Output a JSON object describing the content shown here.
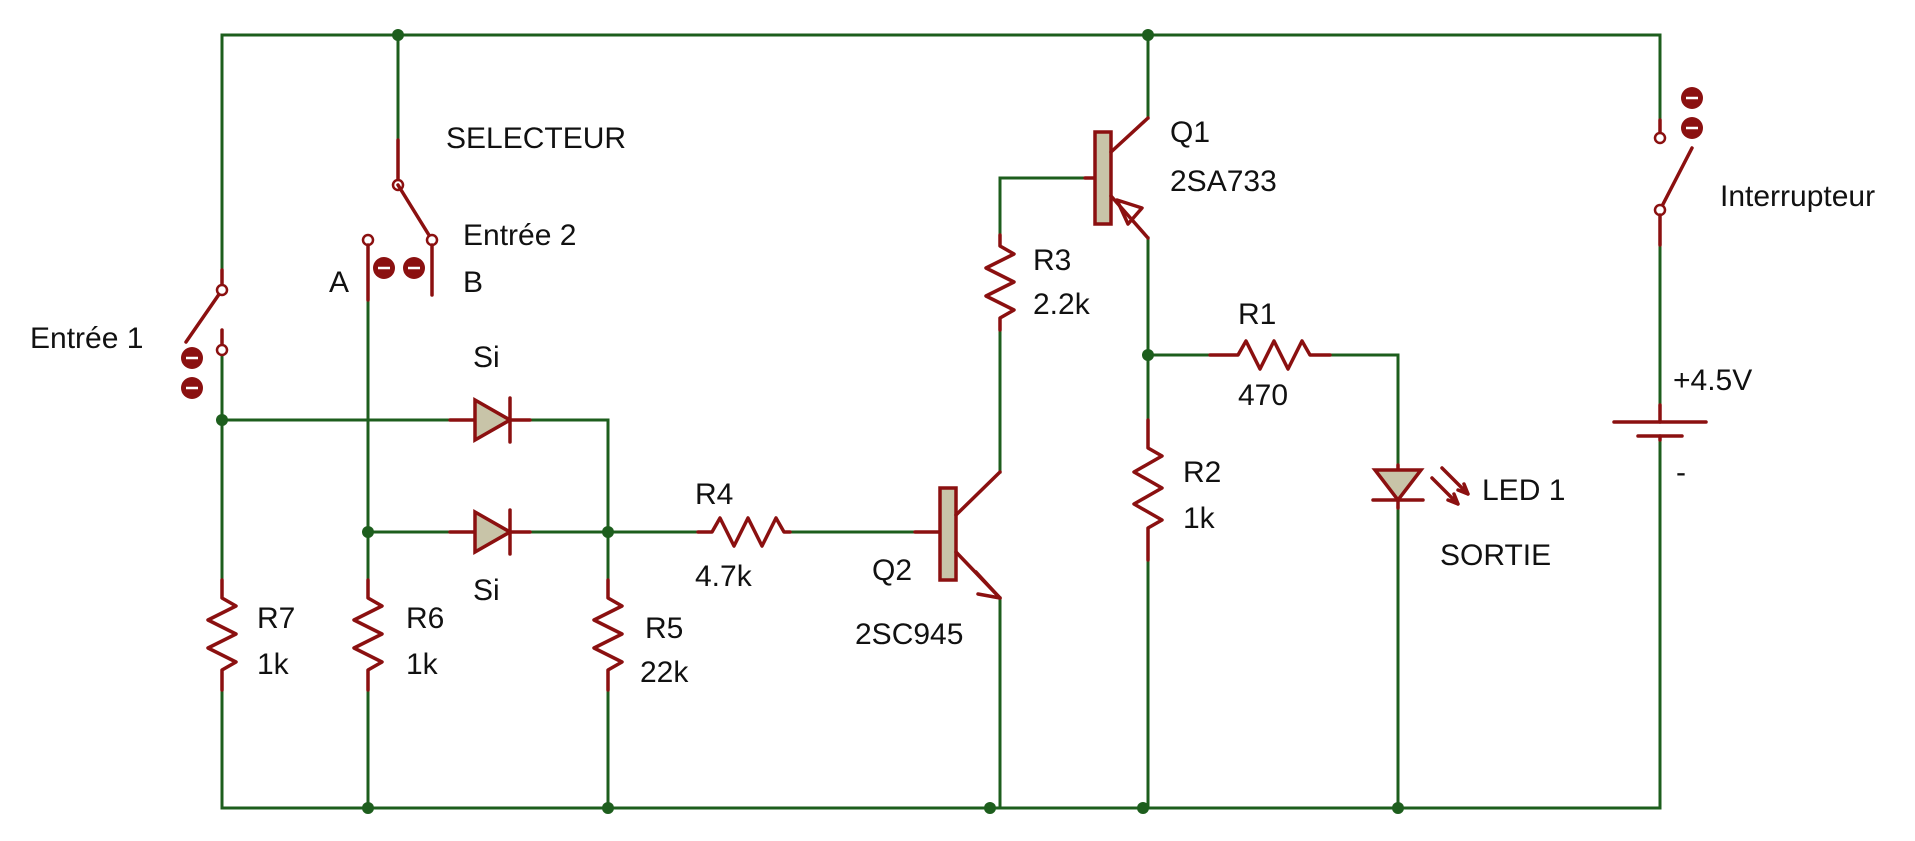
{
  "title": "",
  "colors": {
    "wire": "#1d5e1d",
    "component": "#8b1010",
    "component_fill": "#c8c4a8",
    "background": "#ffffff"
  },
  "labels": {
    "selector": "SELECTEUR",
    "input1": "Entrée 1",
    "input2": "Entrée 2",
    "sel_a": "A",
    "sel_b": "B",
    "switch": "Interrupteur",
    "supply": "+4.5V",
    "minus": "-",
    "d1": "Si",
    "d2": "Si",
    "q1_name": "Q1",
    "q1_part": "2SA733",
    "q2_name": "Q2",
    "q2_part": "2SC945",
    "r1_name": "R1",
    "r1_value": "470",
    "r2_name": "R2",
    "r2_value": "1k",
    "r3_name": "R3",
    "r3_value": "2.2k",
    "r4_name": "R4",
    "r4_value": "4.7k",
    "r5_name": "R5",
    "r5_value": "22k",
    "r6_name": "R6",
    "r6_value": "1k",
    "r7_name": "R7",
    "r7_value": "1k",
    "led_name": "LED 1",
    "output": "SORTIE"
  }
}
